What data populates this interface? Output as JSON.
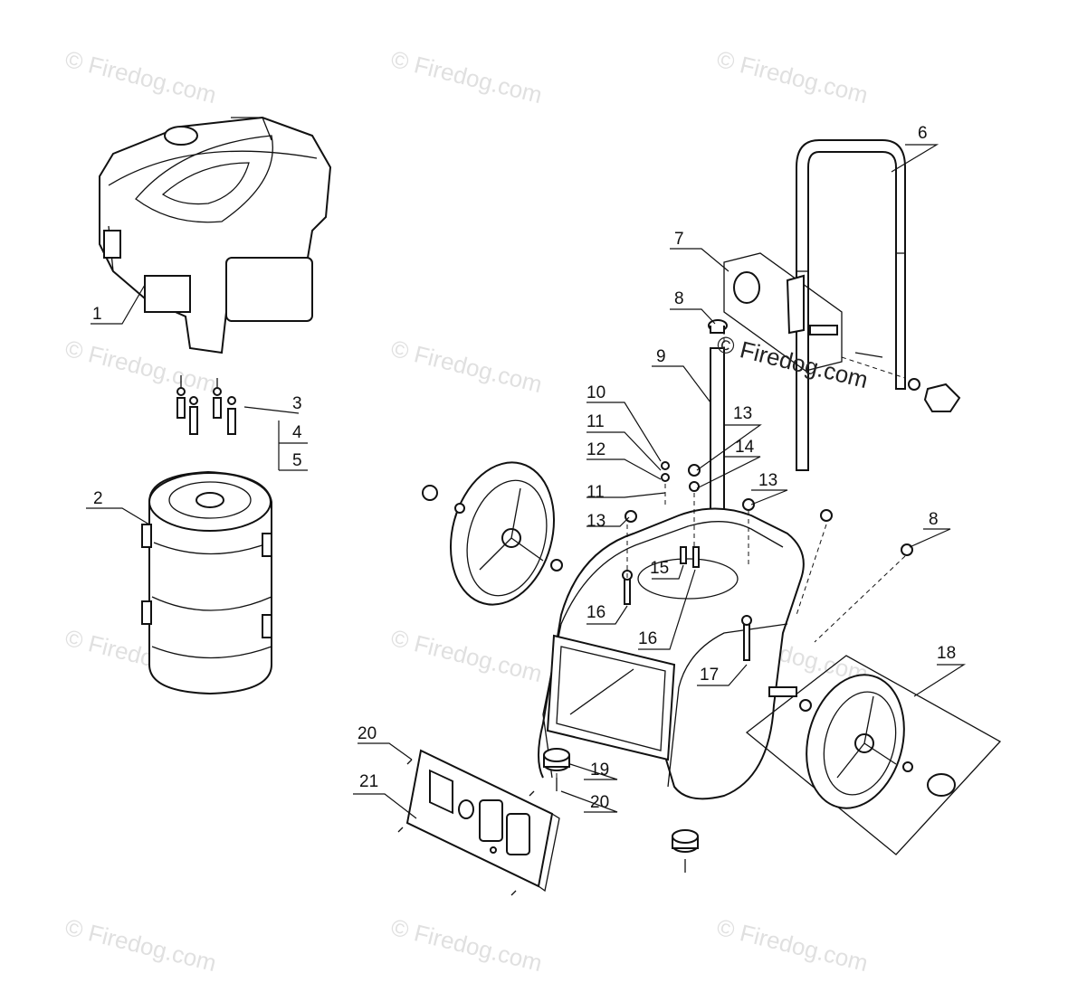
{
  "watermark": {
    "text": "© Firedog.com",
    "center_text": "© Firedog.com"
  },
  "callouts": {
    "c1": "1",
    "c2": "2",
    "c3": "3",
    "c4": "4",
    "c5": "5",
    "c6": "6",
    "c7": "7",
    "c8a": "8",
    "c8b": "8",
    "c9": "9",
    "c10": "10",
    "c11a": "11",
    "c11b": "11",
    "c12": "12",
    "c13a": "13",
    "c13b": "13",
    "c13c": "13",
    "c14": "14",
    "c15": "15",
    "c16a": "16",
    "c16b": "16",
    "c17": "17",
    "c18": "18",
    "c19": "19",
    "c20a": "20",
    "c20b": "20",
    "c21": "21"
  },
  "parts": [
    {
      "id": "engine",
      "icon": "engine-icon"
    },
    {
      "id": "alternator",
      "icon": "alternator-icon"
    },
    {
      "id": "handle",
      "icon": "handle-icon"
    },
    {
      "id": "frame",
      "icon": "frame-icon"
    },
    {
      "id": "wheel",
      "icon": "wheel-icon"
    },
    {
      "id": "control-panel",
      "icon": "control-panel-icon"
    }
  ]
}
